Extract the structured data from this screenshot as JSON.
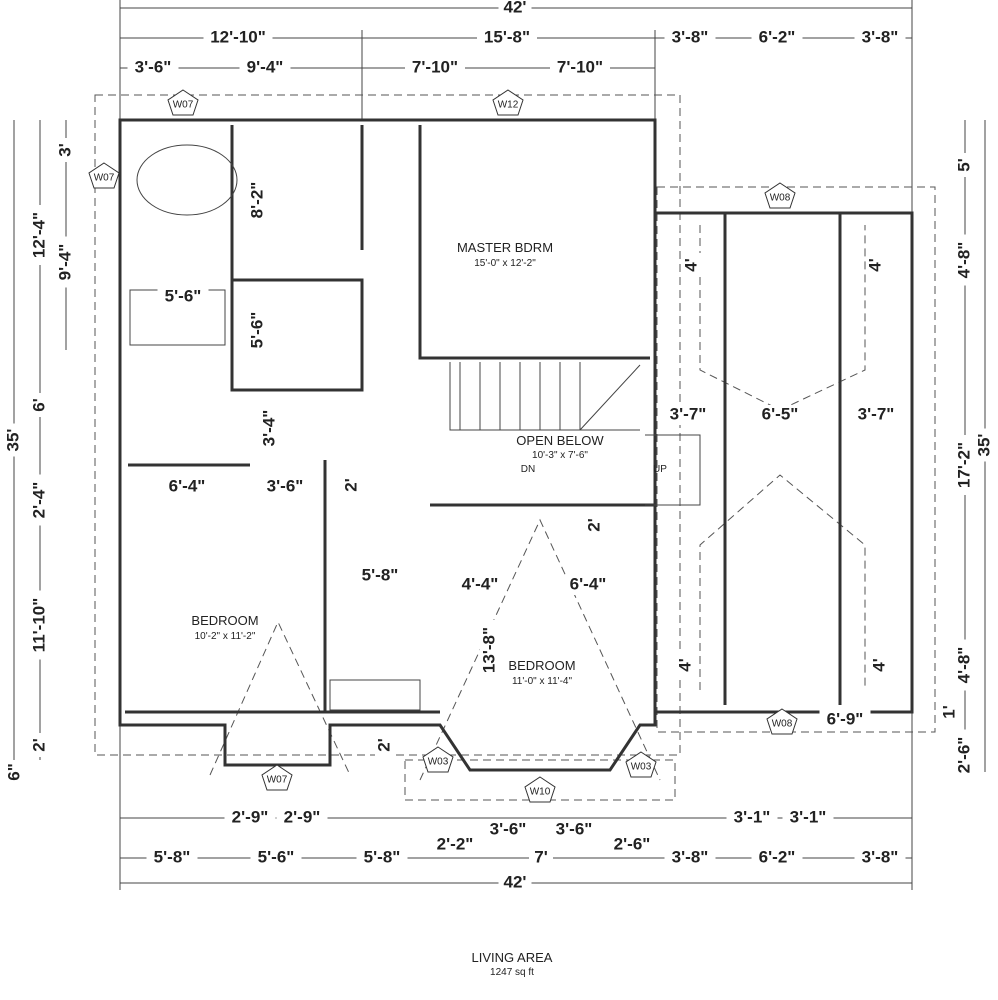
{
  "rooms": [
    {
      "name": "MASTER BDRM",
      "size": "15'-0\" x 12'-2\""
    },
    {
      "name": "OPEN BELOW",
      "size": "10'-3\" x 7'-6\""
    },
    {
      "name": "BEDROOM",
      "size": "10'-2\" x 11'-2\""
    },
    {
      "name": "BEDROOM",
      "size": "11'-0\" x 11'-4\""
    }
  ],
  "stair_labels": {
    "down": "DN",
    "up": "UP"
  },
  "windows": [
    "W07",
    "W12",
    "W07",
    "W08",
    "W08",
    "W07",
    "W03",
    "W03",
    "W10"
  ],
  "dimensions": {
    "top": [
      "42'",
      "12'-10\"",
      "15'-8\"",
      "3'-8\"",
      "6'-2\"",
      "3'-8\"",
      "3'-6\"",
      "9'-4\"",
      "7'-10\"",
      "7'-10\""
    ],
    "left": [
      "35'",
      "12'-4\"",
      "6'",
      "2'-4\"",
      "11'-10\"",
      "2'",
      "6\"",
      "3'",
      "9'-4\""
    ],
    "right": [
      "35'",
      "5'",
      "4'-8\"",
      "17'-2\"",
      "4'-8\"",
      "1'",
      "2'-6\""
    ],
    "bottom": [
      "2'-9\"",
      "2'-9\"",
      "3'-1\"",
      "3'-1\"",
      "5'-8\"",
      "5'-6\"",
      "5'-8\"",
      "2'-2\"",
      "3'-6\"",
      "3'-6\"",
      "7'",
      "2'-6\"",
      "3'-8\"",
      "6'-2\"",
      "3'-8\"",
      "42'"
    ],
    "interior": [
      "8'-2\"",
      "5'-6\"",
      "5'-6\"",
      "3'-4\"",
      "6'-4\"",
      "3'-6\"",
      "2'",
      "5'-8\"",
      "4'-4\"",
      "6'-4\"",
      "2'",
      "13'-8\"",
      "2'",
      "3'-7\"",
      "6'-5\"",
      "3'-7\"",
      "4'",
      "4'",
      "4'",
      "4'",
      "6'-9\""
    ]
  },
  "footer": {
    "title": "LIVING AREA",
    "area": "1247 sq ft"
  }
}
